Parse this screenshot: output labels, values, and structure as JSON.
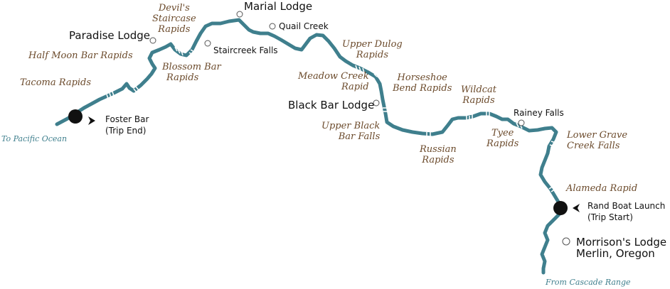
{
  "colors": {
    "river": "#3f7f8d",
    "rapid_text": "#6b4a2b",
    "text": "#111111",
    "marker": "#111111"
  },
  "places": {
    "marial_lodge": "Marial Lodge",
    "quail_creek": "Quail Creek",
    "paradise_lodge": "Paradise Lodge",
    "staircreek_falls": "Staircreek Falls",
    "black_bar_lodge": "Black Bar Lodge",
    "rainey_falls": "Rainey Falls",
    "morrisons_lodge": "Morrison's Lodge",
    "merlin_oregon": "Merlin, Oregon"
  },
  "endpoints": {
    "foster_bar": [
      "Foster Bar",
      "(Trip End)"
    ],
    "rand_boat_launch": [
      "Rand Boat Launch",
      "(Trip Start)"
    ]
  },
  "rapids": {
    "devils_staircase": [
      "Devil's",
      "Staircase",
      "Rapids"
    ],
    "half_moon_bar": [
      "Half Moon Bar Rapids"
    ],
    "tacoma": [
      "Tacoma Rapids"
    ],
    "blossom_bar": [
      "Blossom Bar",
      "Rapids"
    ],
    "upper_dulog": [
      "Upper Dulog",
      "Rapids"
    ],
    "meadow_creek": [
      "Meadow Creek",
      "Rapid"
    ],
    "horseshoe_bend": [
      "Horseshoe",
      "Bend Rapids"
    ],
    "wildcat": [
      "Wildcat",
      "Rapids"
    ],
    "upper_black_bar": [
      "Upper Black",
      "Bar Falls"
    ],
    "russian": [
      "Russian",
      "Rapids"
    ],
    "tyee": [
      "Tyee",
      "Rapids"
    ],
    "lower_grave_creek": [
      "Lower Grave",
      "Creek Falls"
    ],
    "alameda": [
      "Alameda Rapid"
    ]
  },
  "water": {
    "to_pacific": "To Pacific Ocean",
    "from_cascade": "From Cascade Range"
  }
}
